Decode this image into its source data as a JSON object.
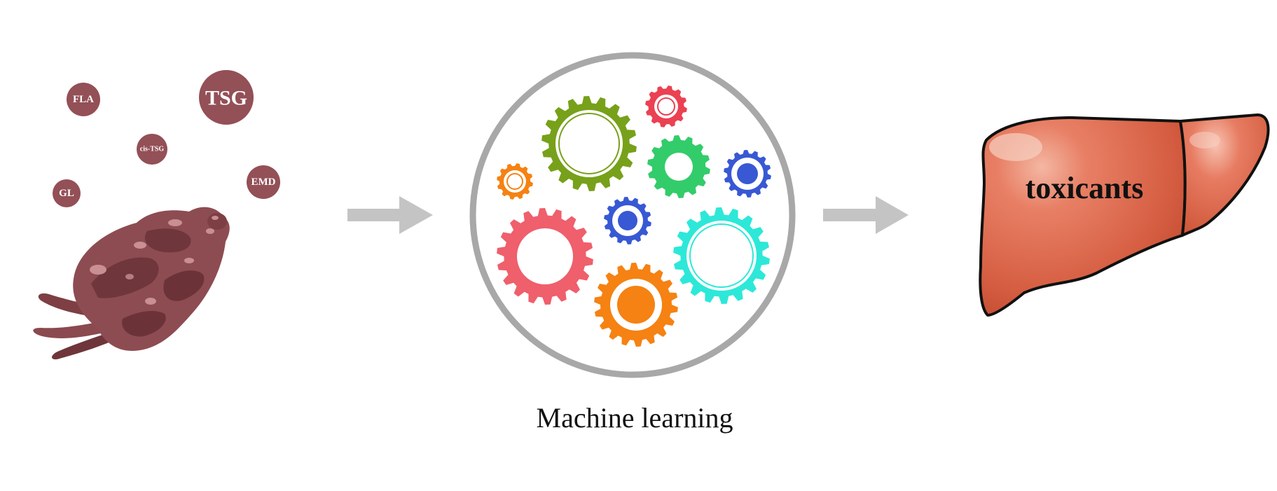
{
  "diagram": {
    "compounds": [
      {
        "label": "FLA"
      },
      {
        "label": "TSG"
      },
      {
        "label": "cis-TSG"
      },
      {
        "label": "GL"
      },
      {
        "label": "EMD"
      }
    ],
    "machine_learning_label": "Machine learning",
    "liver_label": "toxicants"
  },
  "colors": {
    "compound_bubble": "#935056",
    "root": "#8a4a4f",
    "arrow": "#c4c4c4",
    "ml_ring": "#a8a8a8",
    "liver": "#d9644a",
    "gear_green": "#77a11a",
    "gear_red": "#ef5f6c",
    "gear_teal": "#2de8d8",
    "gear_orange": "#f58212",
    "gear_blue": "#3858d4",
    "gear_light_green": "#33cc6a",
    "gear_pink_red": "#eb4152"
  }
}
